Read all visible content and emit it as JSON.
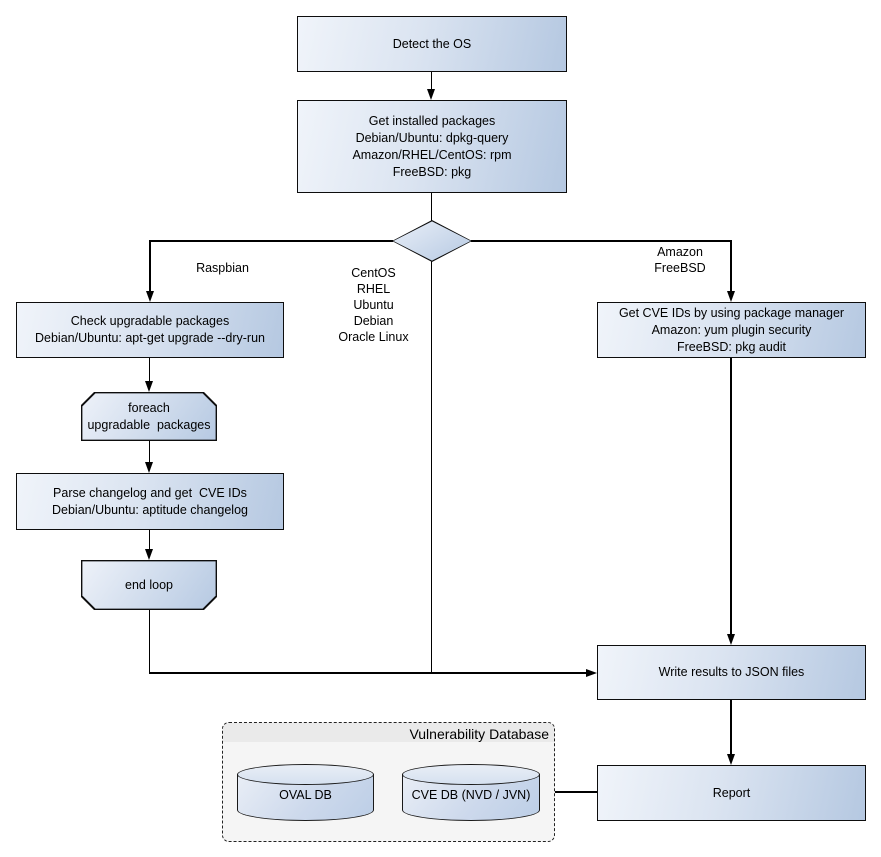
{
  "diagram": {
    "nodes": {
      "detect_os": {
        "text": "Detect the OS"
      },
      "get_packages": {
        "text": "Get installed packages\nDebian/Ubuntu: dpkg-query\nAmazon/RHEL/CentOS: rpm\nFreeBSD: pkg"
      },
      "check_upgradable": {
        "text": "Check upgradable packages\nDebian/Ubuntu: apt-get upgrade --dry-run"
      },
      "foreach_loop": {
        "text": "foreach\nupgradable  packages"
      },
      "parse_changelog": {
        "text": "Parse changelog and get  CVE IDs\nDebian/Ubuntu: aptitude changelog"
      },
      "end_loop": {
        "text": "end loop"
      },
      "get_cve_ids": {
        "text": "Get CVE IDs by using package manager\nAmazon: yum plugin security\nFreeBSD: pkg audit"
      },
      "write_json": {
        "text": "Write results to JSON files"
      },
      "report": {
        "text": "Report"
      }
    },
    "branch_labels": {
      "left": "Raspbian",
      "middle": "CentOS\nRHEL\nUbuntu\nDebian\nOracle Linux",
      "right": "Amazon\nFreeBSD"
    },
    "database": {
      "title": "Vulnerability Database",
      "cylinders": [
        {
          "label": "OVAL DB"
        },
        {
          "label": "CVE DB (NVD / JVN)"
        }
      ]
    },
    "colors": {
      "node_gradient_light": "#f0f4fa",
      "node_gradient_dark": "#b5c8e1",
      "node_border": "#0d0d0d",
      "container_fill": "#f5f5f5",
      "container_header_fill": "#eaeaea",
      "container_border": "#222222",
      "connector": "#000000",
      "background": "#ffffff"
    }
  }
}
